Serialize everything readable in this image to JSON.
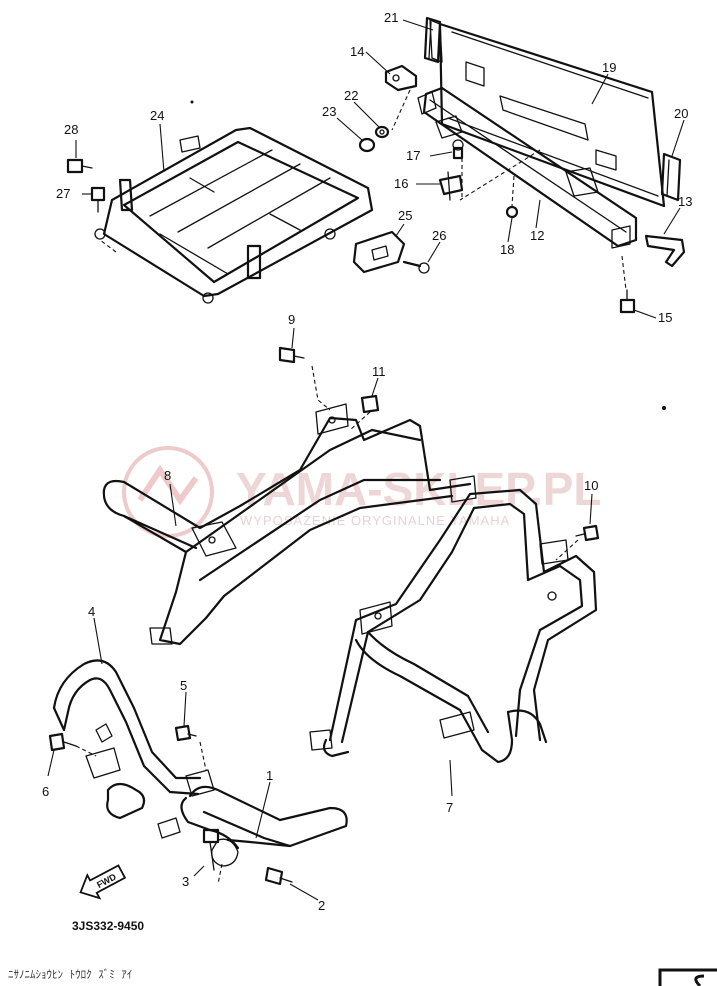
{
  "diagram": {
    "part_numbers": [
      "1",
      "2",
      "3",
      "4",
      "5",
      "6",
      "7",
      "8",
      "9",
      "10",
      "11",
      "12",
      "13",
      "14",
      "15",
      "16",
      "17",
      "18",
      "19",
      "20",
      "21",
      "22",
      "23",
      "24",
      "25",
      "26",
      "27",
      "28"
    ],
    "drawing_code": "3JS332-9450",
    "fwd_arrow_label": "FWD",
    "watermark": {
      "text": "YAMA-SKLEP.PL",
      "subtext": "WYPOSAŻENIE ORYGINALNE YAMAHA",
      "colors": {
        "logo_red": "#e8b4b4"
      }
    },
    "footer_text": "ﾆｻﾉﾆﾑｼｮｳﾋﾝ  ﾄｳﾛｸ  ｽﾞﾐ  ｱｲ"
  }
}
